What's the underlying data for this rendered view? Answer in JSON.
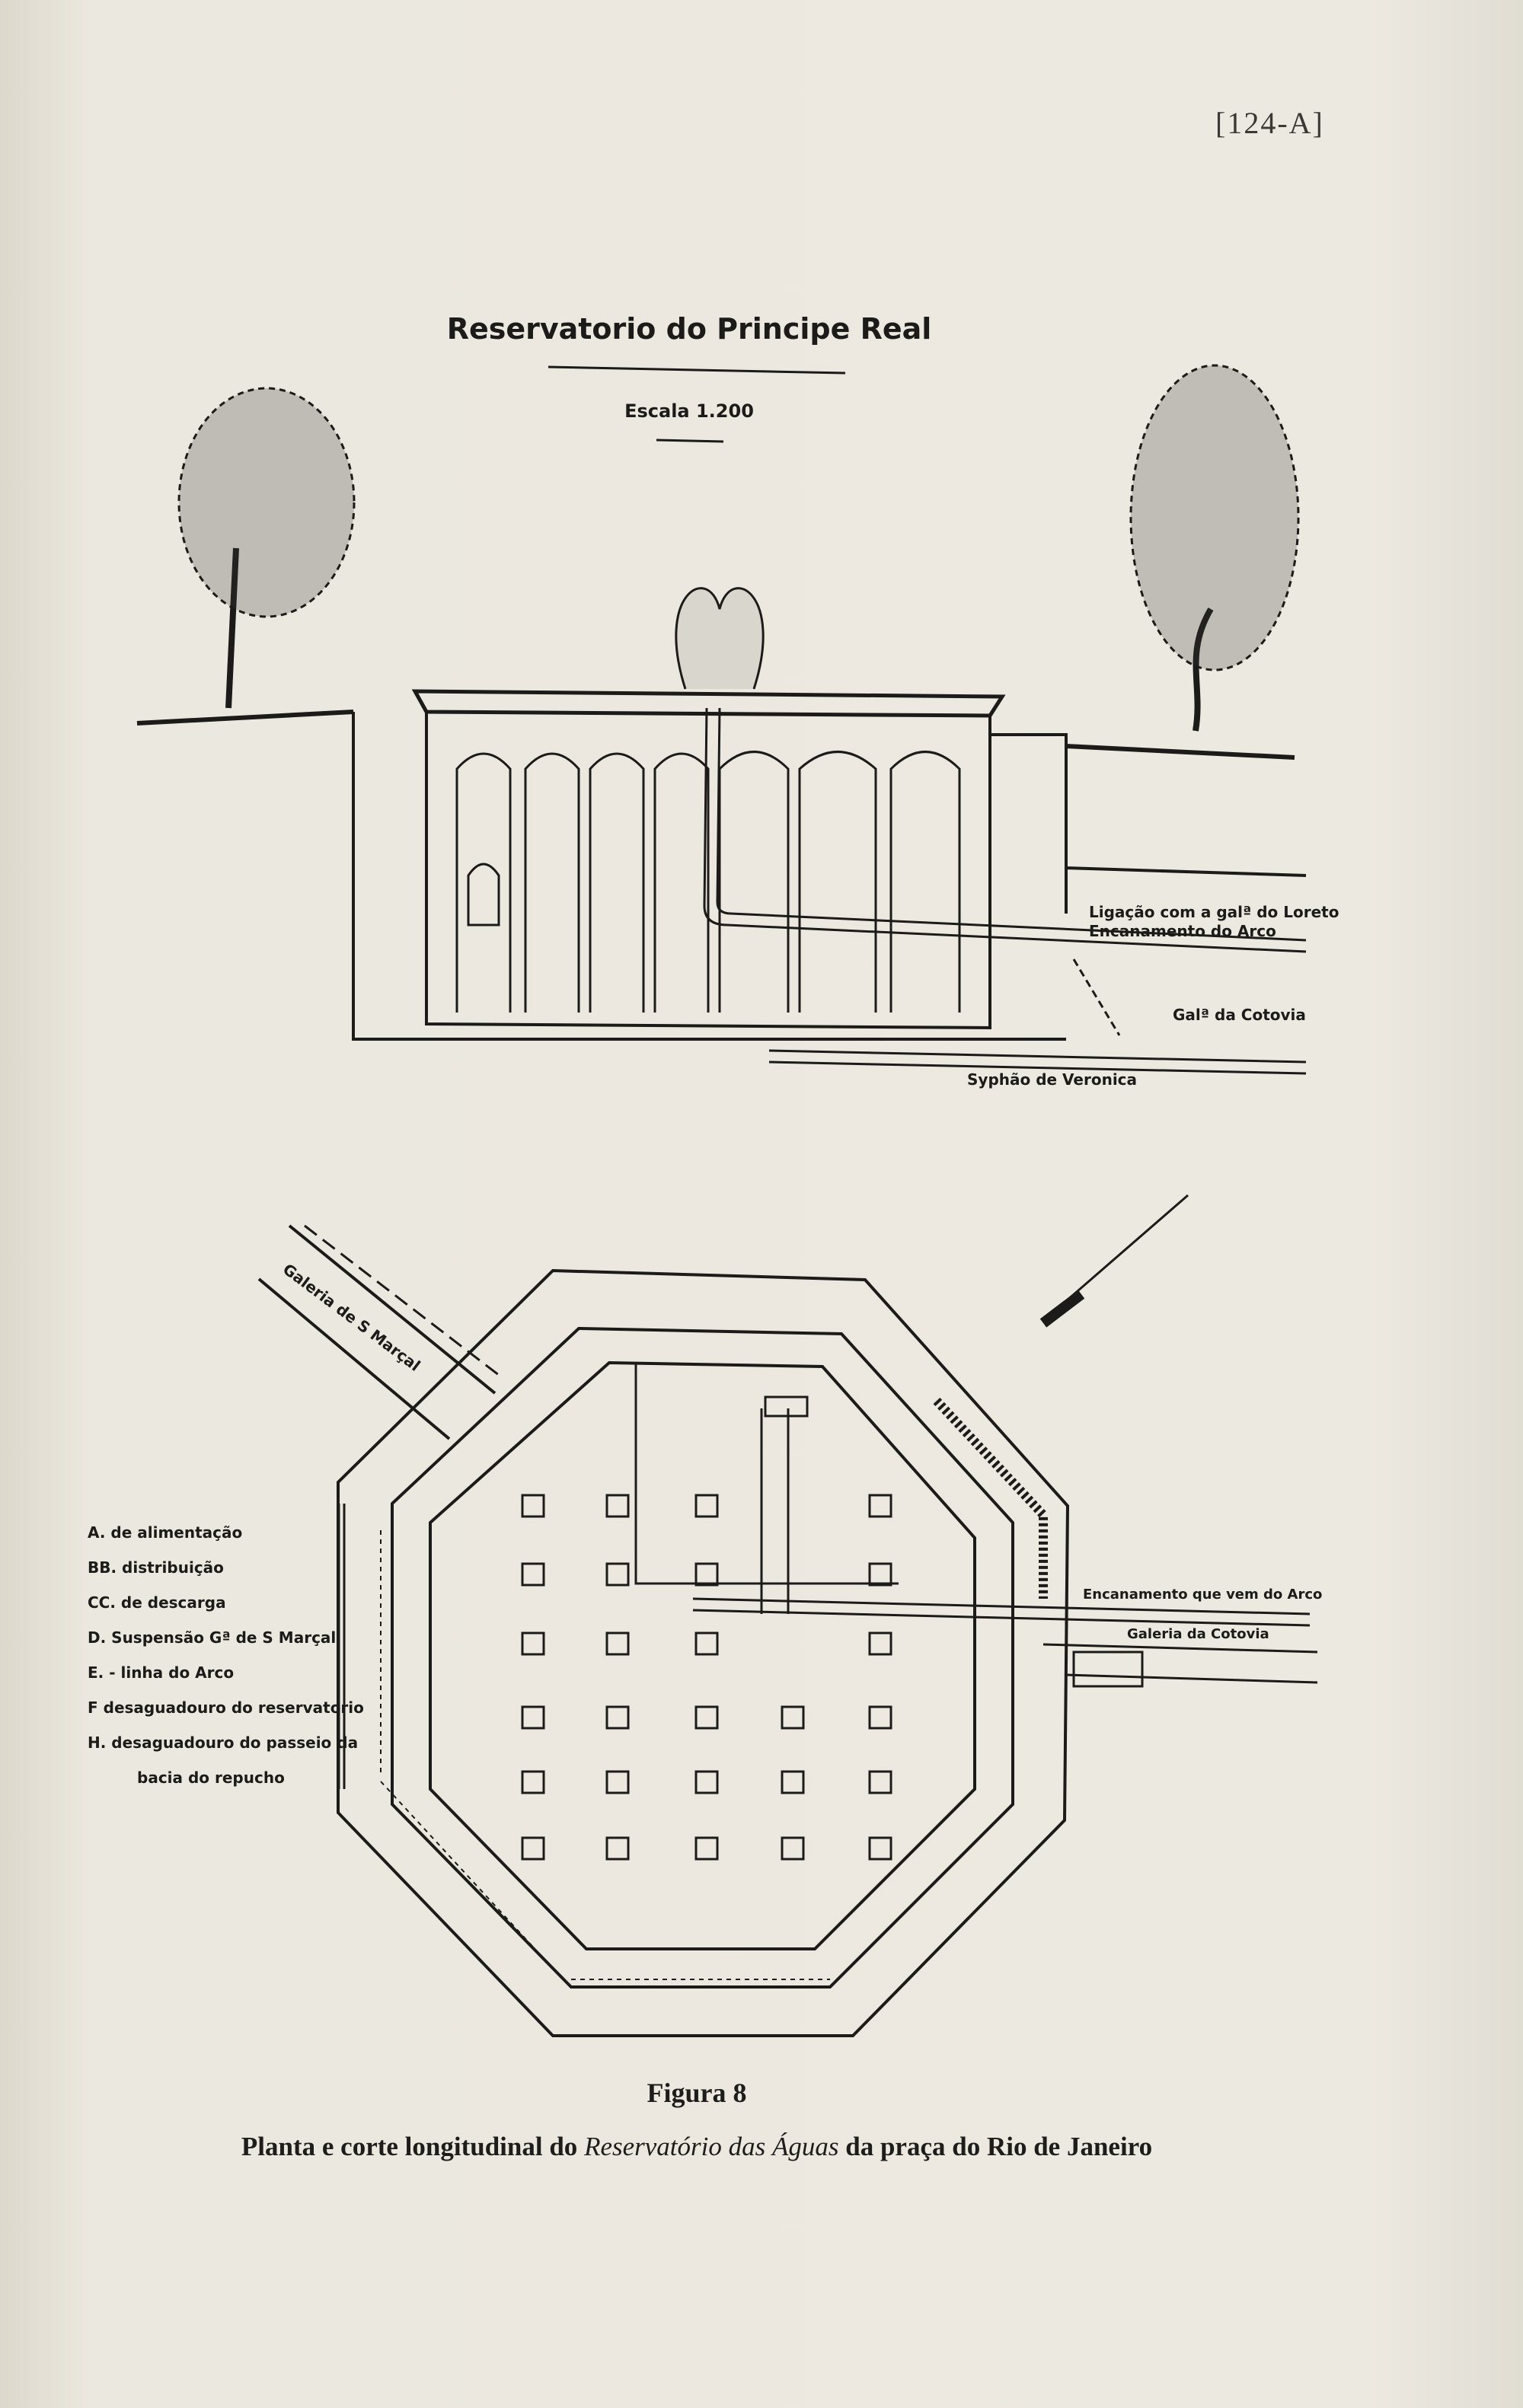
{
  "page_number": "[124-A]",
  "section_drawing": {
    "title": "Reservatorio do Principe Real",
    "scale": "Escala 1.200",
    "labels": {
      "loreto": "Ligação com a galª do Loreto",
      "arco": "Encanamento do Arco",
      "cotovia": "Galª da Cotovia",
      "syphao": "Syphão de Veronica"
    }
  },
  "plan_drawing": {
    "labels": {
      "s_marcal": "Galeria de S Marçal",
      "encanamento": "Encanamento que vem do Arco",
      "cotovia": "Galeria da Cotovia"
    },
    "legend": [
      "A. de alimentação",
      "BB. distribuição",
      "CC. de descarga",
      "D. Suspensão Gª de S Marçal",
      "E. - linha do Arco",
      "F desaguadouro do reservatorio",
      "H. desaguadouro do passeio da",
      "bacia do repucho"
    ]
  },
  "caption": {
    "figure": "Figura 8",
    "prefix": "Planta e corte longitudinal do ",
    "italic": "Reservatório das Águas",
    "suffix": " da praça do Rio de Janeiro"
  }
}
